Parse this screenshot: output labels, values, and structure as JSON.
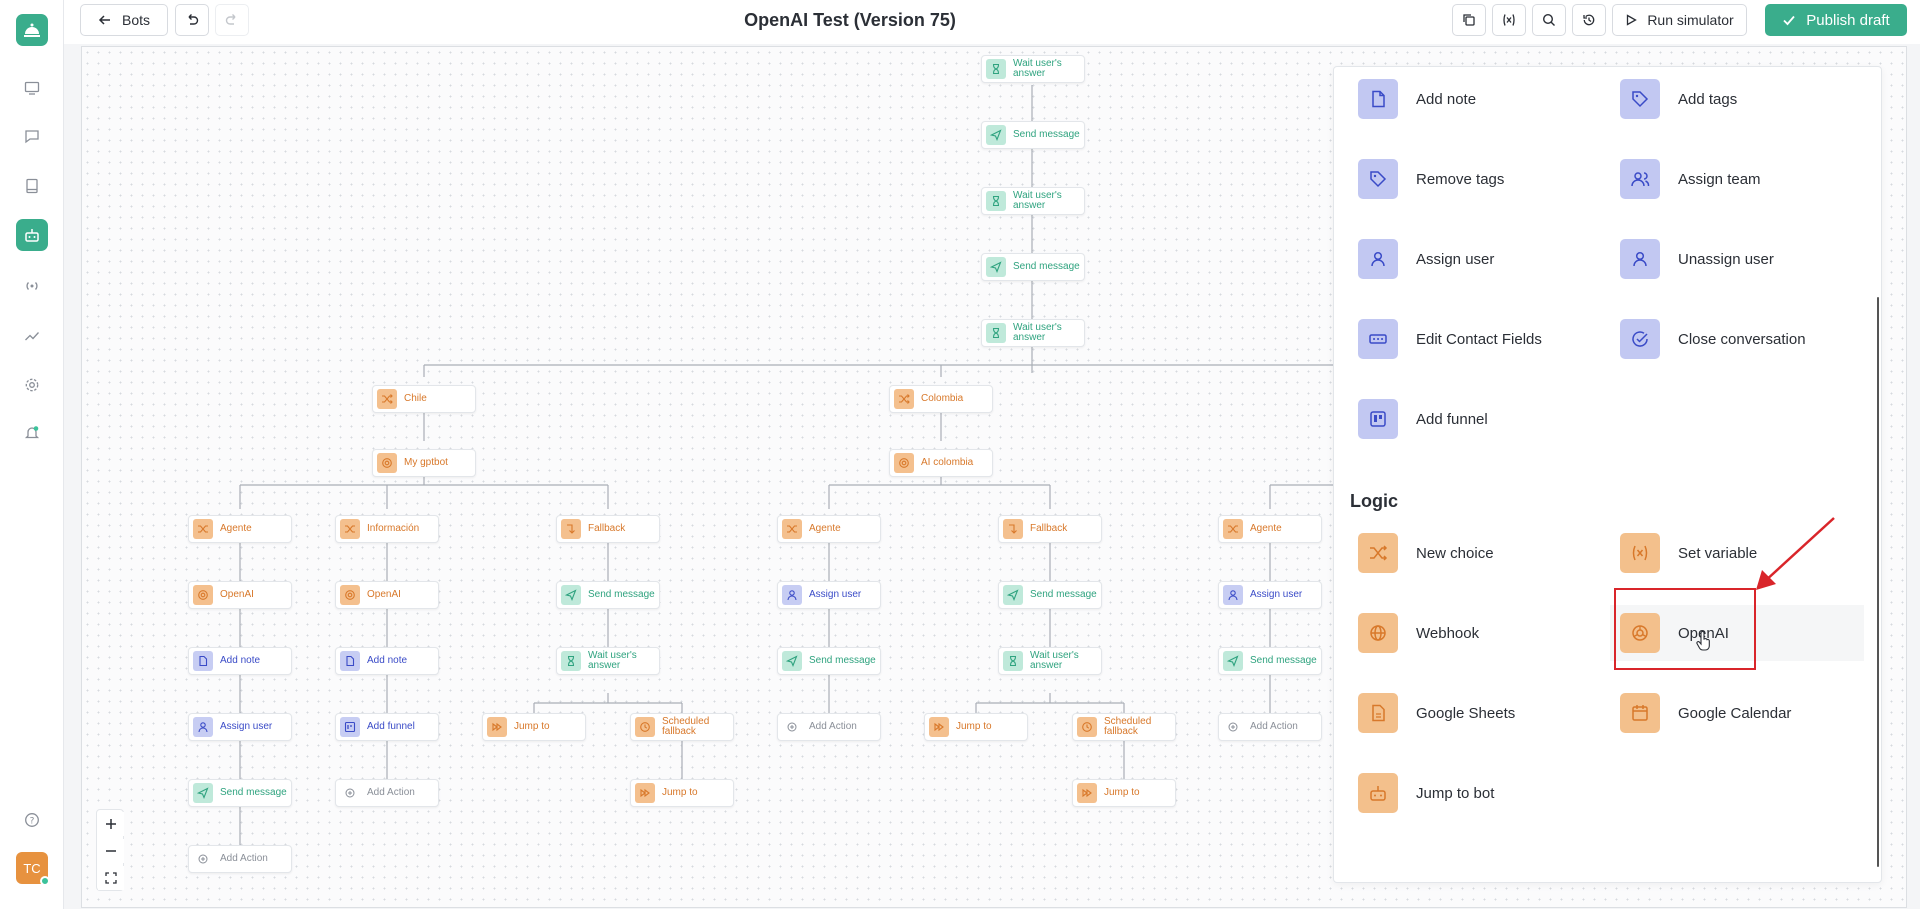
{
  "rail": {
    "icons": [
      "logo-icon",
      "monitor-icon",
      "chat-icon",
      "book-icon",
      "bot-icon",
      "broadcast-icon",
      "trend-icon",
      "settings-icon",
      "bell-icon",
      "help-icon"
    ],
    "avatar": "TC"
  },
  "topbar": {
    "back_label": "Bots",
    "title": "OpenAI Test (Version 75)",
    "run_label": "Run simulator",
    "publish_label": "Publish draft"
  },
  "flow": {
    "main": [
      "Wait user's answer",
      "Send message",
      "Wait user's answer",
      "Send message",
      "Wait user's answer"
    ],
    "branches": [
      "Chile",
      "Colombia"
    ],
    "bots": [
      "My gptbot",
      "AI colombia"
    ],
    "nodes": {
      "agente": "Agente",
      "informacion": "Información",
      "fallback": "Fallback",
      "openai": "OpenAI",
      "send": "Send message",
      "wait": "Wait user's answer",
      "assign": "Assign user",
      "note": "Add note",
      "funnel": "Add funnel",
      "add_action": "Add Action",
      "jump": "Jump to",
      "sched": "Scheduled fallback"
    }
  },
  "panel": {
    "actions": [
      "Add note",
      "Add tags",
      "Remove tags",
      "Assign team",
      "Assign user",
      "Unassign user",
      "Edit Contact Fields",
      "Close conversation",
      "Add funnel"
    ],
    "logic_title": "Logic",
    "logic": [
      "New choice",
      "Set variable",
      "Webhook",
      "OpenAI",
      "Google Sheets",
      "Google Calendar",
      "Jump to bot"
    ]
  },
  "colors": {
    "accent": "#3aad8c",
    "action": "#c2c8f2",
    "logic": "#f3c08c",
    "highlight": "#d9252a"
  }
}
